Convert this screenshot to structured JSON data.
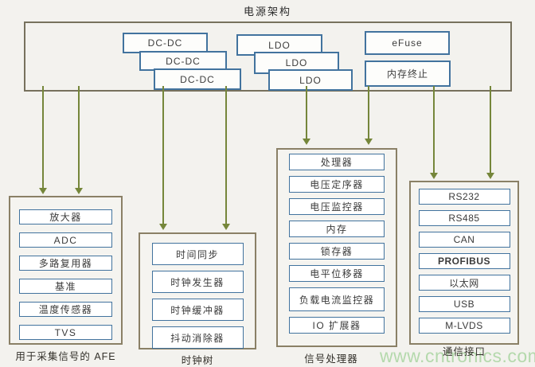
{
  "title": "电源架构",
  "power_box": {
    "dcdc": [
      "DC-DC",
      "DC-DC",
      "DC-DC"
    ],
    "ldo": [
      "LDO",
      "LDO",
      "LDO"
    ],
    "efuse": "eFuse",
    "mem_term": "内存终止"
  },
  "groups": [
    {
      "label": "用于采集信号的 AFE",
      "items": [
        "放大器",
        "ADC",
        "多路复用器",
        "基准",
        "温度传感器",
        "TVS"
      ]
    },
    {
      "label": "时钟树",
      "items": [
        "时间同步",
        "时钟发生器",
        "时钟缓冲器",
        "抖动消除器"
      ]
    },
    {
      "label": "信号处理器",
      "items": [
        "处理器",
        "电压定序器",
        "电压监控器",
        "内存",
        "锁存器",
        "电平位移器",
        "负载电流监控器",
        "IO 扩展器"
      ]
    },
    {
      "label": "通信接口",
      "items": [
        "RS232",
        "RS485",
        "CAN",
        "PROFIBUS",
        "以太网",
        "USB",
        "M-LVDS"
      ]
    }
  ],
  "watermark": "www.cntronics.com",
  "colors": {
    "component_border_blue": "#42739e",
    "group_border_brown": "#8a8066",
    "arrow_green": "#75863a",
    "watermark_green": "#b4d9ac",
    "background": "#f3f2ee"
  }
}
